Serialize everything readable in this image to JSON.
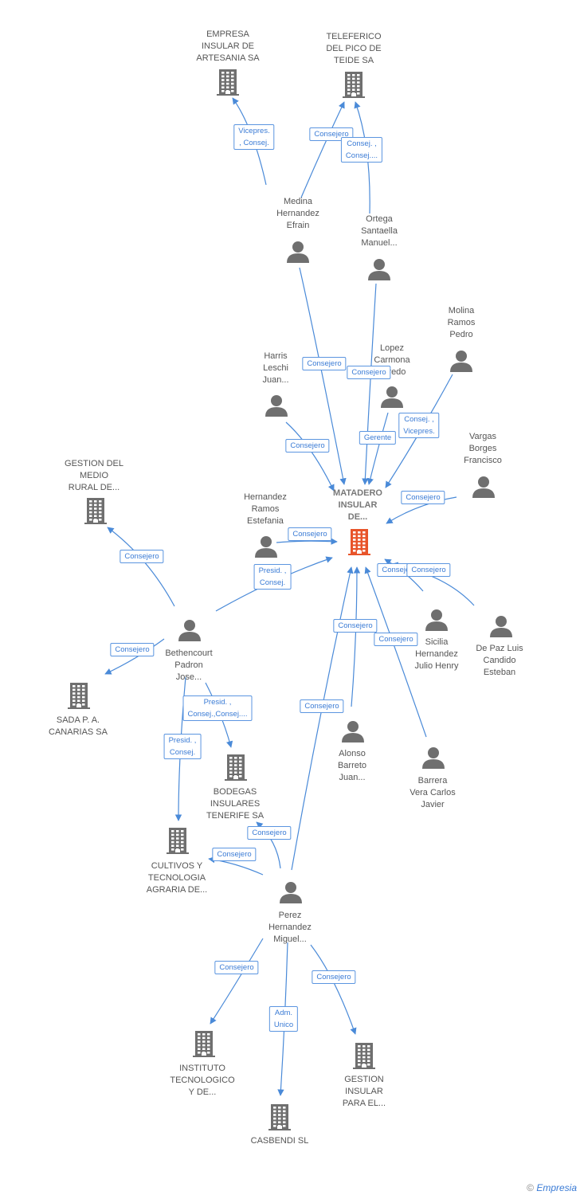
{
  "colors": {
    "edge": "#4a8ad8",
    "company": "#6f6f6f",
    "main_company": "#e8542a",
    "person": "#6f6f6f",
    "label_border": "#5b95e0"
  },
  "nodes": {
    "artesania": {
      "type": "company",
      "label": "EMPRESA\nINSULAR DE\nARTESANIA SA",
      "icon": "building-icon"
    },
    "teleferico": {
      "type": "company",
      "label": "TELEFERICO\nDEL PICO DE\nTEIDE SA",
      "icon": "building-icon"
    },
    "medina": {
      "type": "person",
      "label": "Medina\nHernandez\nEfrain",
      "icon": "person-icon"
    },
    "ortega": {
      "type": "person",
      "label": "Ortega\nSantaella\nManuel...",
      "icon": "person-icon"
    },
    "molina": {
      "type": "person",
      "label": "Molina\nRamos\nPedro",
      "icon": "person-icon"
    },
    "lopez": {
      "type": "person",
      "label": "Lopez\nCarmona\nAlfredo",
      "icon": "person-icon"
    },
    "harris": {
      "type": "person",
      "label": "Harris\nLeschi\nJuan...",
      "icon": "person-icon"
    },
    "vargas": {
      "type": "person",
      "label": "Vargas\nBorges\nFrancisco",
      "icon": "person-icon"
    },
    "gestion_medio": {
      "type": "company",
      "label": "GESTION DEL\nMEDIO\nRURAL DE...",
      "icon": "building-icon"
    },
    "hernandez_ramos": {
      "type": "person",
      "label": "Hernandez\nRamos\nEstefania",
      "icon": "person-icon"
    },
    "matadero": {
      "type": "main",
      "label": "MATADERO\nINSULAR\nDE...",
      "icon": "building-icon"
    },
    "bethencourt": {
      "type": "person",
      "label": "Bethencourt\nPadron\nJose...",
      "icon": "person-icon"
    },
    "sicilia": {
      "type": "person",
      "label": "Sicilia\nHernandez\nJulio Henry",
      "icon": "person-icon"
    },
    "depaz": {
      "type": "person",
      "label": "De Paz Luis\nCandido\nEsteban",
      "icon": "person-icon"
    },
    "sada": {
      "type": "company",
      "label": "SADA P. A.\nCANARIAS SA",
      "icon": "building-icon"
    },
    "alonso": {
      "type": "person",
      "label": "Alonso\nBarreto\nJuan...",
      "icon": "person-icon"
    },
    "barrera": {
      "type": "person",
      "label": "Barrera\nVera Carlos\nJavier",
      "icon": "person-icon"
    },
    "bodegas": {
      "type": "company",
      "label": "BODEGAS\nINSULARES\nTENERIFE SA",
      "icon": "building-icon"
    },
    "cultivos": {
      "type": "company",
      "label": "CULTIVOS Y\nTECNOLOGIA\nAGRARIA DE...",
      "icon": "building-icon"
    },
    "perez": {
      "type": "person",
      "label": "Perez\nHernandez\nMiguel...",
      "icon": "person-icon"
    },
    "instituto": {
      "type": "company",
      "label": "INSTITUTO\nTECNOLOGICO\nY DE...",
      "icon": "building-icon"
    },
    "gestion_insular": {
      "type": "company",
      "label": "GESTION\nINSULAR\nPARA EL...",
      "icon": "building-icon"
    },
    "casbendi": {
      "type": "company",
      "label": "CASBENDI SL",
      "icon": "building-icon"
    }
  },
  "edges": [
    {
      "from": "medina",
      "to": "artesania",
      "label": "Vicepres.\n, Consej."
    },
    {
      "from": "medina",
      "to": "teleferico",
      "label": "Consejero"
    },
    {
      "from": "ortega",
      "to": "teleferico",
      "label": "Consej. ,\nConsej...."
    },
    {
      "from": "medina",
      "to": "matadero",
      "label": "Consejero"
    },
    {
      "from": "ortega",
      "to": "matadero",
      "label": "Consejero"
    },
    {
      "from": "lopez",
      "to": "matadero",
      "label": "Gerente"
    },
    {
      "from": "molina",
      "to": "matadero",
      "label": "Consej. ,\nVicepres."
    },
    {
      "from": "harris",
      "to": "matadero",
      "label": "Consejero"
    },
    {
      "from": "vargas",
      "to": "matadero",
      "label": "Consejero"
    },
    {
      "from": "bethencourt",
      "to": "matadero",
      "label": "Presid. ,\nConsej."
    },
    {
      "from": "hernandez_ramos",
      "to": "matadero",
      "label": "Consejero"
    },
    {
      "from": "sicilia",
      "to": "matadero",
      "label": "Consejero"
    },
    {
      "from": "depaz",
      "to": "matadero",
      "label": "Consejero"
    },
    {
      "from": "alonso",
      "to": "matadero",
      "label": "Consejero"
    },
    {
      "from": "barrera",
      "to": "matadero",
      "label": "Consejero"
    },
    {
      "from": "perez",
      "to": "matadero",
      "label": "Consejero"
    },
    {
      "from": "bethencourt",
      "to": "gestion_medio",
      "label": "Consejero"
    },
    {
      "from": "bethencourt",
      "to": "sada",
      "label": "Consejero"
    },
    {
      "from": "bethencourt",
      "to": "bodegas",
      "label": "Presid. ,\nConsej.,Consej...."
    },
    {
      "from": "bethencourt",
      "to": "cultivos",
      "label": "Presid. ,\nConsej."
    },
    {
      "from": "perez",
      "to": "bodegas",
      "label": "Consejero"
    },
    {
      "from": "perez",
      "to": "cultivos",
      "label": "Consejero"
    },
    {
      "from": "perez",
      "to": "instituto",
      "label": "Consejero"
    },
    {
      "from": "perez",
      "to": "casbendi",
      "label": "Adm.\nUnico"
    },
    {
      "from": "perez",
      "to": "gestion_insular",
      "label": "Consejero"
    }
  ],
  "footer": {
    "copyright": "©",
    "brand": "Empresia"
  }
}
